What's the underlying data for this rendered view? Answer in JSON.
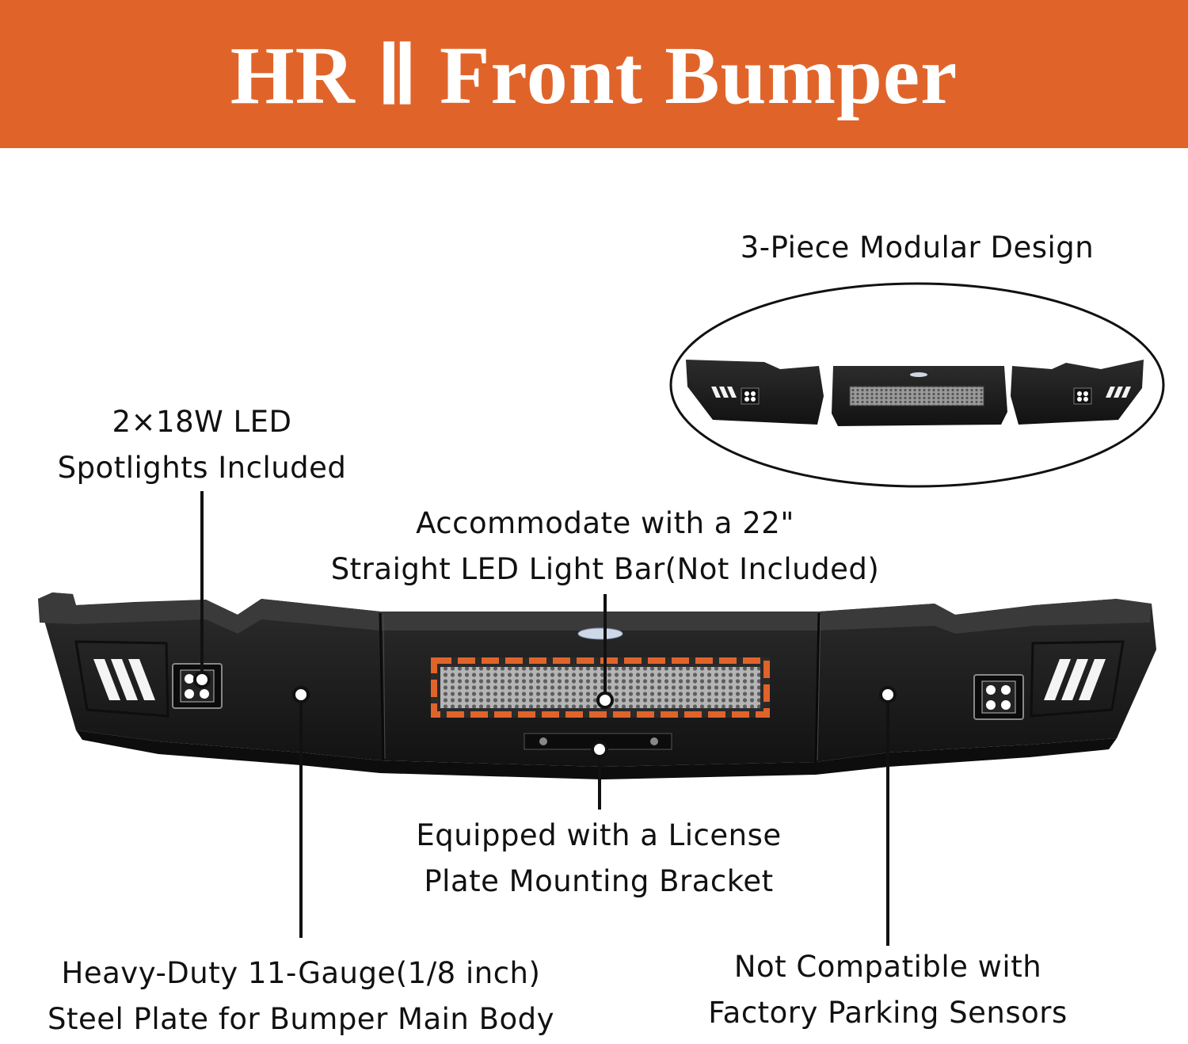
{
  "banner": {
    "title": "HR Ⅱ Front Bumper",
    "color": "#E0642A"
  },
  "callouts": {
    "modular": {
      "text": "3-Piece Modular Design"
    },
    "spotlights": {
      "line1": "2×18W LED",
      "line2": "Spotlights Included"
    },
    "lightbar": {
      "line1": "Accommodate with a 22\"",
      "line2": "Straight LED Light Bar(Not Included)"
    },
    "license": {
      "line1": "Equipped with a License",
      "line2": "Plate Mounting Bracket"
    },
    "steel": {
      "line1": "Heavy-Duty 11-Gauge(1/8 inch)",
      "line2": "Steel Plate for Bumper Main Body"
    },
    "sensors": {
      "line1": "Not Compatible with",
      "line2": "Factory Parking Sensors"
    }
  },
  "colors": {
    "bumper_body": "#1c1c1c",
    "light_bar_frame": "#E0642A",
    "text": "#111111"
  }
}
